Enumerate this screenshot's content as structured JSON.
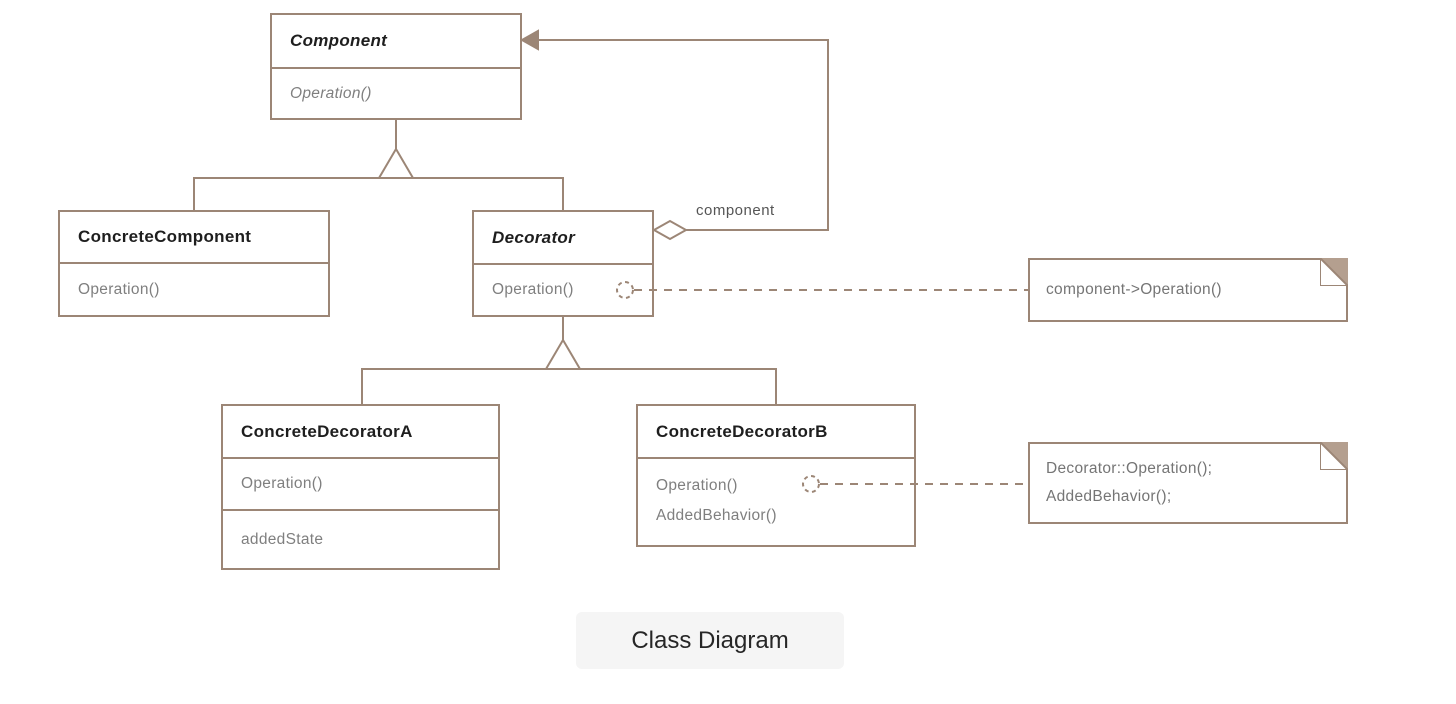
{
  "caption": "Class Diagram",
  "colors": {
    "line": "#9c8676",
    "note_fold": "#b49f8f",
    "title_text": "#1e1e1e",
    "member_text": "#7f7f7f",
    "caption_bg": "#f5f5f5"
  },
  "classes": {
    "component": {
      "name": "Component",
      "members": [
        "Operation()"
      ]
    },
    "concrete_component": {
      "name": "ConcreteComponent",
      "members": [
        "Operation()"
      ]
    },
    "decorator": {
      "name": "Decorator",
      "members": [
        "Operation()"
      ]
    },
    "concrete_decorator_a": {
      "name": "ConcreteDecoratorA",
      "operations": [
        "Operation()"
      ],
      "attributes": [
        "addedState"
      ]
    },
    "concrete_decorator_b": {
      "name": "ConcreteDecoratorB",
      "members": [
        "Operation()",
        "AddedBehavior()"
      ]
    }
  },
  "relationships": {
    "aggregation_label": "component"
  },
  "notes": {
    "decorator_note": [
      "component->Operation()"
    ],
    "concrete_b_note": [
      "Decorator::Operation();",
      "AddedBehavior();"
    ]
  }
}
